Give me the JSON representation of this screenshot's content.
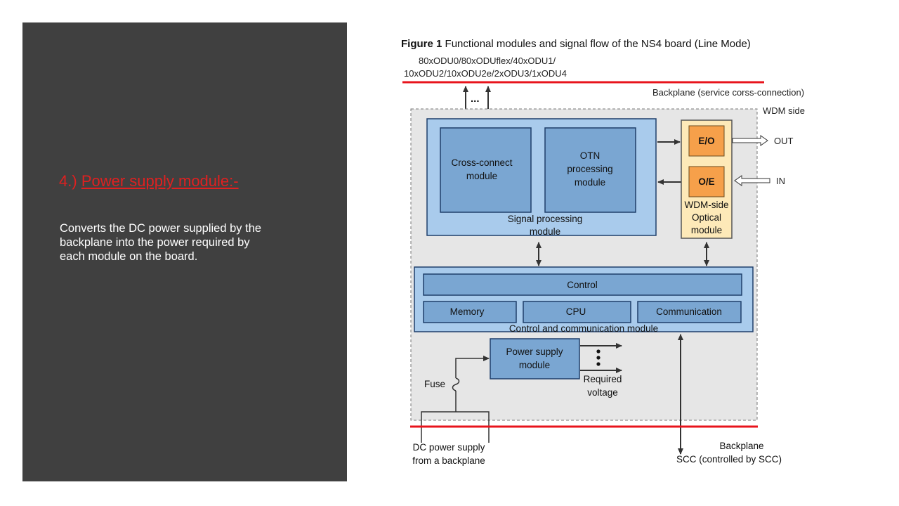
{
  "slide": {
    "heading_number": "4.)",
    "heading_link": "Power supply module:-",
    "body": "Converts the DC power supplied by the\nbackplane into the power required by\neach module on the board."
  },
  "figure": {
    "caption_bold": "Figure 1",
    "caption_text": " Functional modules and signal flow of the NS4 board (Line Mode)",
    "odu_line1": "80xODU0/80xODUflex/40xODU1/",
    "odu_line2": "10xODU2/10xODU2e/2xODU3/1xODU4",
    "ellipsis": "...",
    "backplane_top": "Backplane (service corss-connection)",
    "wdm_side": "WDM  side",
    "cross_connect_1": "Cross-connect",
    "cross_connect_2": "module",
    "otn_1": "OTN",
    "otn_2": "processing",
    "otn_3": "module",
    "signal_proc_1": "Signal processing",
    "signal_proc_2": "module",
    "eo": "E/O",
    "oe": "O/E",
    "out": "OUT",
    "in": "IN",
    "wdm_optical_1": "WDM-side",
    "wdm_optical_2": "Optical",
    "wdm_optical_3": "module",
    "control": "Control",
    "memory": "Memory",
    "cpu": "CPU",
    "communication": "Communication",
    "ctrl_comm": "Control and communication module",
    "power_1": "Power supply",
    "power_2": "module",
    "fuse": "Fuse",
    "required_1": "Required",
    "required_2": "voltage",
    "dc_1": "DC power supply",
    "dc_2": "from a backplane",
    "backplane_bottom_1": "Backplane",
    "backplane_bottom_2": "SCC (controlled by SCC)"
  },
  "colors": {
    "panel_bg": "#404040",
    "heading": "#e02020",
    "backplane_line": "#e8141c",
    "outer_module": "#a9cbec",
    "inner_module": "#7aa6d2",
    "module_border": "#1f3f6b",
    "optical_bg": "#fde9b8",
    "optical_chip": "#f6a04a"
  }
}
